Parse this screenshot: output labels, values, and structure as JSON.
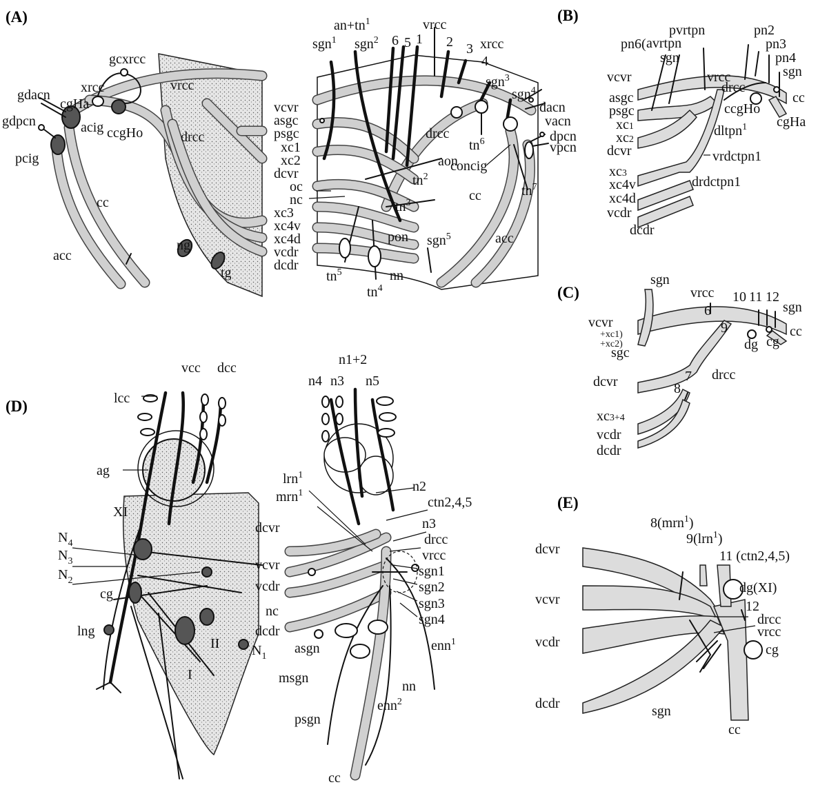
{
  "panels": {
    "A": "(A)",
    "B": "(B)",
    "C": "(C)",
    "D": "(D)",
    "E": "(E)"
  },
  "panel_A_left": {
    "gcxrcc": "gcxrcc",
    "xrcc": "xrcc",
    "cgHa": "cgHa",
    "gdacn": "gdacn",
    "gdpcn": "gdpcn",
    "acig": "acig",
    "ccgHo": "ccgHo",
    "pcig": "pcig",
    "vrcc": "vrcc",
    "drcc": "drcc",
    "cc": "cc",
    "acc": "acc",
    "ng": "ng",
    "tg": "tg"
  },
  "panel_A_right": {
    "an_tn1": "an+tn",
    "an_tn1_sup": "1",
    "sgn1": "sgn",
    "sgn1_sup": "1",
    "sgn2": "sgn",
    "sgn2_sup": "2",
    "n6": "6",
    "n5": "5",
    "n1": "1",
    "vrcc": "vrcc",
    "n2": "2",
    "n3": "3",
    "xrcc": "xrcc",
    "n4": "4",
    "sgn3": "sgn",
    "sgn3_sup": "3",
    "sgn4": "sgn",
    "sgn4_sup": "4",
    "dacn": "dacn",
    "vacn": "vacn",
    "dpcn": "dpcn",
    "vpcn": "vpcn",
    "vcvr": "vcvr",
    "asgc": "asgc",
    "psgc": "psgc",
    "xc1": "xc1",
    "xc2": "xc2",
    "dcvr": "dcvr",
    "oc": "oc",
    "nc": "nc",
    "xc3": "xc3",
    "xc4v": "xc4v",
    "xc4d": "xc4d",
    "vcdr": "vcdr",
    "dcdr": "dcdr",
    "drcc": "drcc",
    "tn6": "tn",
    "tn6_sup": "6",
    "concig": "concig",
    "aon": "aon",
    "tn2": "tn",
    "tn2_sup": "2",
    "tn3": "tn",
    "tn3_sup": "3",
    "cc": "cc",
    "tn7": "tn",
    "tn7_sup": "7",
    "pon": "pon",
    "sgn5": "sgn",
    "sgn5_sup": "5",
    "acc": "acc",
    "tn5": "tn",
    "tn5_sup": "5",
    "nn": "nn",
    "tn4": "tn",
    "tn4_sup": "4"
  },
  "panel_B": {
    "pn6": "pn6(",
    "pvrtpn": "pvrtpn",
    "avrtpn": "avrtpn",
    "pn2": "pn2",
    "pn3": "pn3",
    "pn4": "pn4",
    "sgn": "sgn",
    "sgn_right": "sgn",
    "vcvr": "vcvr",
    "vrcc": "vrcc",
    "asgc": "asgc",
    "psgc": "psgc",
    "drcc": "drcc",
    "cc": "cc",
    "ccgHo": "ccgHo",
    "xc1": "xc",
    "xc1_sub": "1",
    "xc2": "xc",
    "xc2_sub": "2",
    "cgHa": "cgHa",
    "dltpn1": "dltpn",
    "dltpn1_sup": "1",
    "dcvr": "dcvr",
    "vrdctpn1": "vrdctpn1",
    "xc3": "xc",
    "xc3_sub": "3",
    "xc4v": "xc4v",
    "drdctpn1": "drdctpn1",
    "xc4d": "xc4d",
    "vcdr": "vcdr",
    "dcdr": "dcdr"
  },
  "panel_C": {
    "sgn": "sgn",
    "vrcc": "vrcc",
    "n10": "10",
    "n11": "11",
    "n12": "12",
    "sgn_right": "sgn",
    "vcvr": "vcvr",
    "xc1": "+xc1)",
    "xc2": "+xc2)",
    "n6": "6",
    "n9": "9",
    "cc": "cc",
    "dg": "dg",
    "cg": "cg",
    "sgc": "sgc",
    "dcvr": "dcvr",
    "drcc": "drcc",
    "n7": "7",
    "n8": "8",
    "xc34": "xc",
    "xc34_sub": "3+4",
    "vcdr": "vcdr",
    "dcdr": "dcdr"
  },
  "panel_D_left": {
    "vcc": "vcc",
    "dcc": "dcc",
    "lcc": "lcc",
    "ag": "ag",
    "XI": "XI",
    "N4": "N",
    "N4_sub": "4",
    "N3": "N",
    "N3_sub": "3",
    "N2": "N",
    "N2_sub": "2",
    "cg": "cg",
    "lng": "lng",
    "II": "II",
    "I": "I",
    "N1": "N",
    "N1_sub": "1"
  },
  "panel_D_right": {
    "n12": "n1+2",
    "n4": "n4",
    "n3top": "n3",
    "n5": "n5",
    "lrn1": "lrn",
    "lrn1_sup": "1",
    "mrn1": "mrn",
    "mrn1_sup": "1",
    "n2": "n2",
    "ctn245": "ctn2,4,5",
    "n3": "n3",
    "dcvr": "dcvr",
    "drcc": "drcc",
    "vrcc": "vrcc",
    "vcvr": "vcvr",
    "sgn1": "sgn1",
    "vcdr": "vcdr",
    "sgn2": "sgn2",
    "sgn3": "sgn3",
    "nc": "nc",
    "sgn4": "sgn4",
    "dcdr": "dcdr",
    "enn1": "enn",
    "enn1_sup": "1",
    "asgn": "asgn",
    "msgn": "msgn",
    "nn": "nn",
    "enn2": "enn",
    "enn2_sup": "2",
    "psgn": "psgn",
    "cc": "cc"
  },
  "panel_E": {
    "mrn1": "8(mrn",
    "mrn1_sup": "1",
    "mrn1_close": ")",
    "lrn1": "9(lrn",
    "lrn1_sup": "1",
    "lrn1_close": ")",
    "ctn": "11 (ctn2,4,5)",
    "dcvr": "dcvr",
    "vcvr": "vcvr",
    "dgXI": "dg(XI)",
    "n12": "12",
    "drcc": "drcc",
    "vrcc": "vrcc",
    "vcdr": "vcdr",
    "cg": "cg",
    "dcdr": "dcdr",
    "sgn": "sgn",
    "cc": "cc"
  },
  "colors": {
    "nerve_fill": "#d0d0d0",
    "outline": "#111111",
    "ganglion": "#555555",
    "tissue": "#dcdcdc"
  }
}
